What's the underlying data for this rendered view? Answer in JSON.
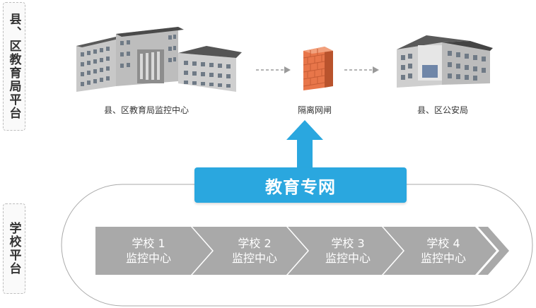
{
  "side_labels": {
    "top": "县、区教育局平台",
    "bottom": "学校平台"
  },
  "nodes": {
    "bureau": "县、区教育局监控中心",
    "gateway": "隔离网闸",
    "police": "县、区公安局"
  },
  "banner": "教育专网",
  "schools": [
    {
      "line1": "学校 1",
      "line2": "监控中心"
    },
    {
      "line1": "学校 2",
      "line2": "监控中心"
    },
    {
      "line1": "学校 3",
      "line2": "监控中心"
    },
    {
      "line1": "学校 4",
      "line2": "监控中心"
    }
  ],
  "colors": {
    "accent": "#2aa7df",
    "chevron": "#a9a9a9",
    "gateway": "#e8764a"
  }
}
